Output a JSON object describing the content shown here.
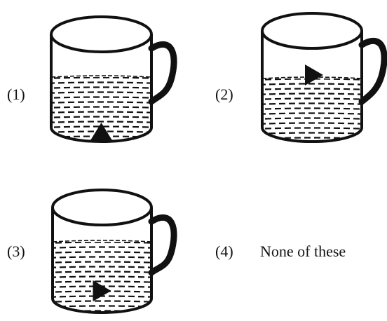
{
  "options": [
    {
      "label": "(1)",
      "mark": "triangle-up",
      "mark_level": "bottom"
    },
    {
      "label": "(2)",
      "mark": "triangle-right",
      "mark_level": "top"
    },
    {
      "label": "(3)",
      "mark": "triangle-right",
      "mark_level": "middle"
    },
    {
      "label": "(4)",
      "text": "None of these"
    }
  ],
  "colors": {
    "ink": "#111111",
    "paper": "#ffffff"
  }
}
